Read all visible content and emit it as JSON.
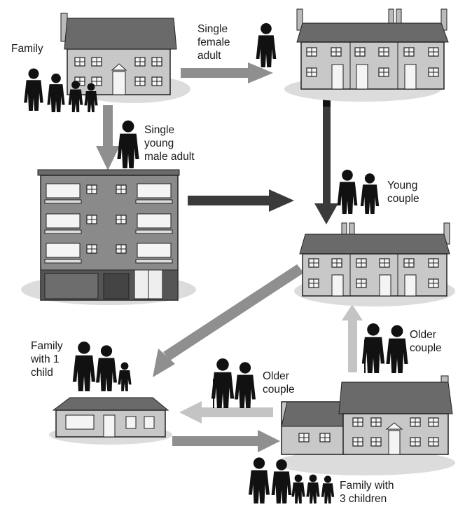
{
  "labels": {
    "family": "Family",
    "single_female": [
      "Single",
      "female",
      "adult"
    ],
    "single_male": [
      "Single",
      "young",
      "male adult"
    ],
    "young_couple": [
      "Young",
      "couple"
    ],
    "older_couple_right": [
      "Older",
      "couple"
    ],
    "older_couple_bottom": [
      "Older",
      "couple"
    ],
    "family_one_child": [
      "Family",
      "with 1",
      "child"
    ],
    "family_three_children": [
      "Family with",
      "3 children"
    ]
  },
  "colors": {
    "dark_arrow": "#3a3a3a",
    "mid_arrow": "#8f8f8f",
    "light_arrow": "#c4c4c4",
    "building_fill": "#c8c8c8",
    "roof_fill": "#6a6a6a",
    "ground_fill": "#dcdcdc",
    "silhouette": "#111111"
  }
}
